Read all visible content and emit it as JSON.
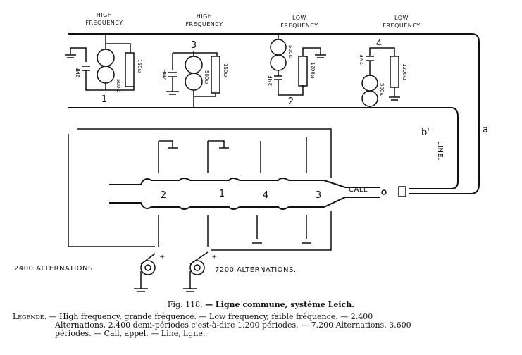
{
  "units": [
    {
      "header_1": "HIGH",
      "header_2": "FREQUENCY",
      "number": "1",
      "capacitor": "2MF",
      "resistance_a": "500ω",
      "resistance_b": "150ω"
    },
    {
      "header_1": "HIGH",
      "header_2": "FREQUENCY",
      "number": "3",
      "capacitor": "2MF",
      "resistance_a": "500ω",
      "resistance_b": "150ω"
    },
    {
      "header_1": "LOW",
      "header_2": "FREQUENCY",
      "number": "2",
      "capacitor": "2MF",
      "resistance_a": "500ω",
      "resistance_b": "1200ω"
    },
    {
      "header_1": "LOW",
      "header_2": "FREQUENCY",
      "number": "4",
      "capacitor": "2MF",
      "resistance_a": "500ω",
      "resistance_b": "1200ω"
    }
  ],
  "jacks": [
    "2",
    "1",
    "4",
    "3"
  ],
  "call_label": "CALL",
  "line_label": "LINE.",
  "wire_a": "a",
  "wire_b": "b'",
  "generators": [
    {
      "label": "2400 ALTERNATIONS.",
      "sign": "±"
    },
    {
      "label": "7200 ALTERNATIONS.",
      "sign": "±"
    }
  ],
  "caption": {
    "fig": "Fig. 118.",
    "title": "— Ligne commune, système Leich."
  },
  "legend": {
    "lead": "Légende.",
    "line1": "— High frequency, grande fréquence. — Low frequency, faible fréquence. — 2.400",
    "line2": "Alternations, 2.400 demi-périodes c'est-à-dire 1.200 périodes. — 7.200 Alternations, 3.600",
    "line3": "périodes. — Call, appel. — Line, ligne."
  }
}
